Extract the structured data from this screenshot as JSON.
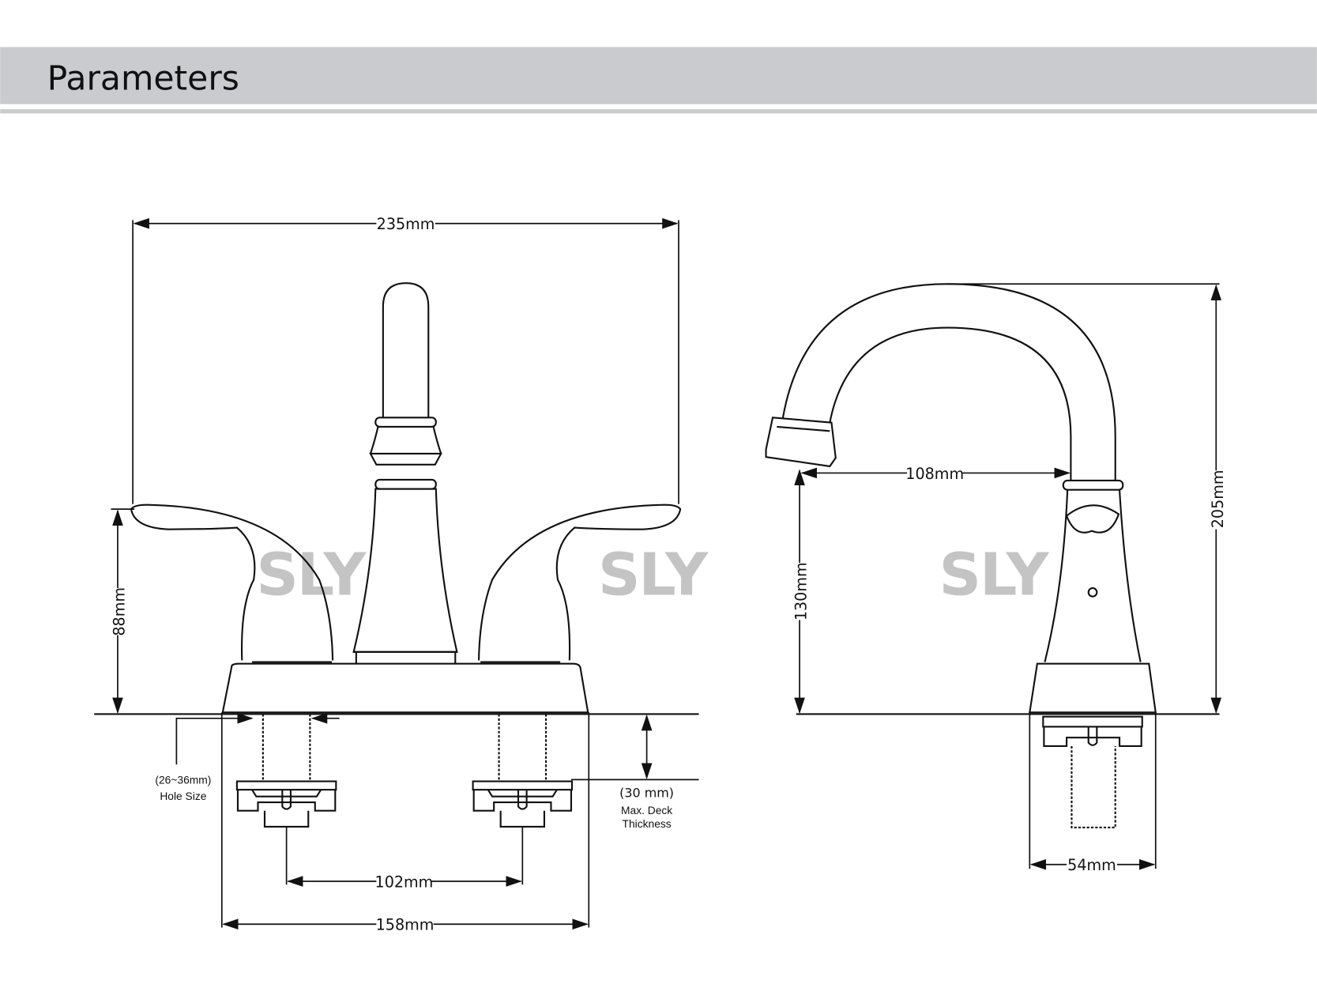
{
  "header": {
    "title": "Parameters",
    "band_color": "#cacbce"
  },
  "watermark": "SLY",
  "front_view": {
    "overall_width": "235mm",
    "handle_height": "88mm",
    "center_spacing": "102mm",
    "base_width": "158mm",
    "hole_size_value": "(26~36mm)",
    "hole_size_label": "Hole Size",
    "deck_thickness_value": "(30 mm)",
    "deck_thickness_label_1": "Max. Deck",
    "deck_thickness_label_2": "Thickness"
  },
  "side_view": {
    "spout_reach": "108mm",
    "spout_height": "130mm",
    "overall_height": "205mm",
    "base_depth": "54mm"
  }
}
